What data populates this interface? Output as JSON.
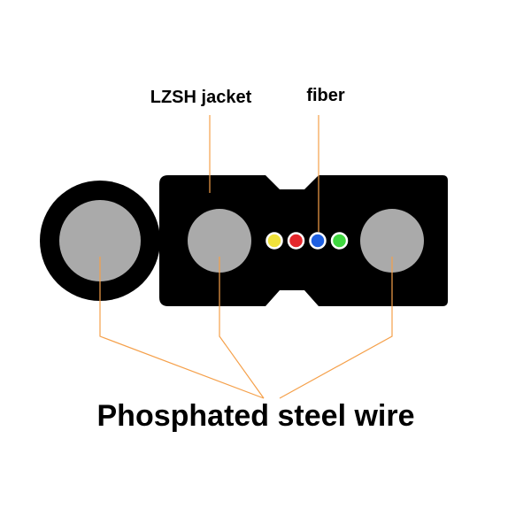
{
  "labels": {
    "jacket": "LZSH jacket",
    "fiber": "fiber",
    "steel_wire": "Phosphated steel wire"
  },
  "colors": {
    "jacket": "#000000",
    "steel_wire": "#aaaaaa",
    "leader_line": "#f5a04a",
    "fiber_leader_line": "#f5a04a",
    "fiber_yellow": "#f0e23a",
    "fiber_red": "#e5262b",
    "fiber_blue": "#1e5fe0",
    "fiber_green": "#3fd63f",
    "fiber_ring": "#ffffff"
  },
  "fibers": [
    {
      "name": "fiber-yellow",
      "color": "#f0e23a"
    },
    {
      "name": "fiber-red",
      "color": "#e5262b"
    },
    {
      "name": "fiber-blue",
      "color": "#1e5fe0"
    },
    {
      "name": "fiber-green",
      "color": "#3fd63f"
    }
  ]
}
